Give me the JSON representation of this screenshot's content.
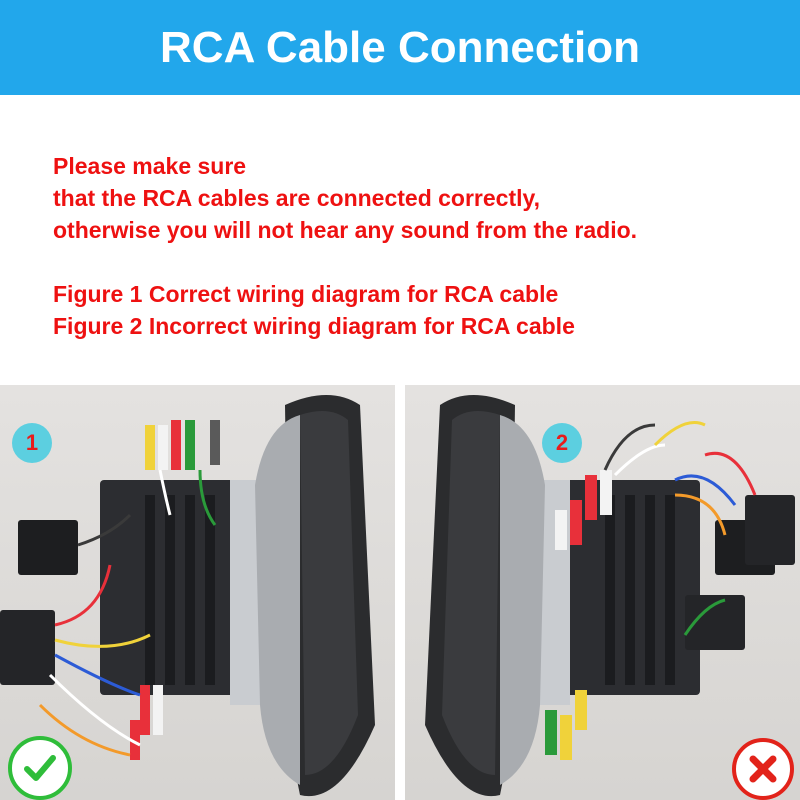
{
  "title": "RCA Cable Connection",
  "notice": {
    "line1": "Please make sure",
    "line2": "that the RCA cables are connected correctly,",
    "line3": "otherwise you will not hear any sound from the radio.",
    "line4": "Figure 1 Correct wiring diagram for RCA cable",
    "line5": "Figure 2 Incorrect wiring diagram for RCA cable"
  },
  "figures": [
    {
      "number": "1",
      "status_icon": "check-icon"
    },
    {
      "number": "2",
      "status_icon": "cross-icon"
    }
  ],
  "colors": {
    "banner": "#22a7eb",
    "notice_text": "#ee1111",
    "number_badge": "#5ccfe0",
    "correct": "#2fbd3a",
    "incorrect": "#e2231a"
  }
}
